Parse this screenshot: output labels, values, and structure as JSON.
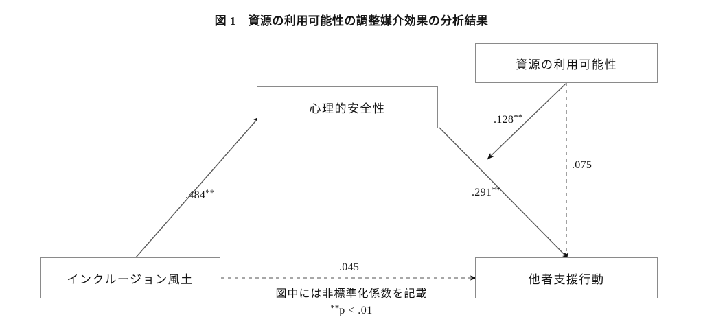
{
  "figure": {
    "title": "図 1　資源の利用可能性の調整媒介効果の分析結果"
  },
  "nodes": {
    "moderator": {
      "label": "資源の利用可能性"
    },
    "mediator": {
      "label": "心理的安全性"
    },
    "predictor": {
      "label": "インクルージョン風土"
    },
    "outcome": {
      "label": "他者支援行動"
    }
  },
  "paths": {
    "predictor_to_mediator": {
      "coefficient": ".484",
      "significance": "**",
      "style": "solid"
    },
    "moderator_to_path": {
      "coefficient": ".128",
      "significance": "**",
      "style": "solid"
    },
    "mediator_to_outcome": {
      "coefficient": ".291",
      "significance": "**",
      "style": "solid"
    },
    "moderator_to_outcome": {
      "coefficient": ".075",
      "significance": "",
      "style": "dashed"
    },
    "predictor_to_outcome": {
      "coefficient": ".045",
      "significance": "",
      "style": "dashed"
    }
  },
  "notes": {
    "coefficient_note": "図中には非標準化係数を記載",
    "significance_note_marker": "**",
    "significance_note_text": "p < .01"
  },
  "colors": {
    "box_border": "#8a8a8a",
    "line": "#5a5a5a",
    "arrowhead": "#111111",
    "text": "#141414",
    "background": "#ffffff"
  }
}
